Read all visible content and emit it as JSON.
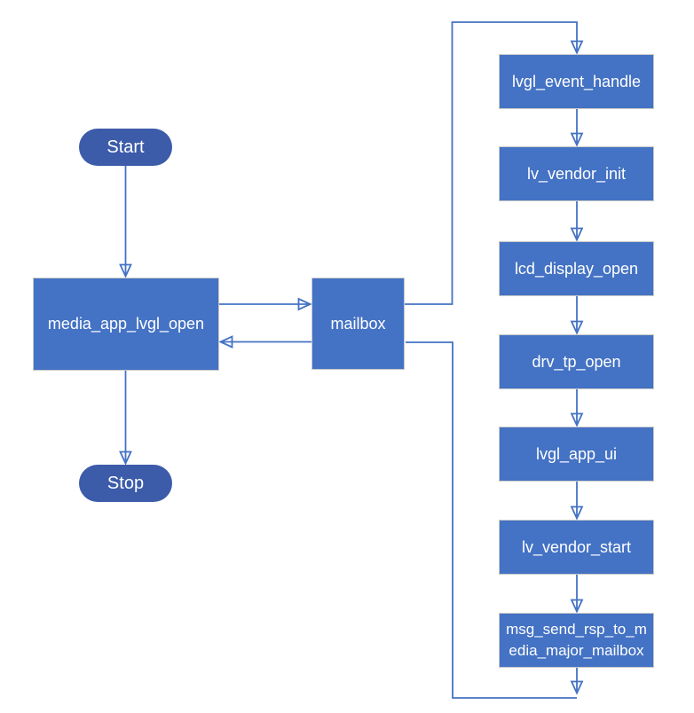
{
  "diagram": {
    "nodes": {
      "start": {
        "label": "Start",
        "type": "terminator"
      },
      "media_app_lvgl_open": {
        "label": "media_app_lvgl_open",
        "type": "process"
      },
      "stop": {
        "label": "Stop",
        "type": "terminator"
      },
      "mailbox": {
        "label": "mailbox",
        "type": "process"
      }
    },
    "steps": [
      "lvgl_event_handle",
      "lv_vendor_init",
      "lcd_display_open",
      "drv_tp_open",
      "lvgl_app_ui",
      "lv_vendor_start",
      "msg_send_rsp_to_media_major_mailbox"
    ],
    "edges": [
      {
        "from": "start",
        "to": "media_app_lvgl_open"
      },
      {
        "from": "media_app_lvgl_open",
        "to": "stop"
      },
      {
        "from": "media_app_lvgl_open",
        "to": "mailbox"
      },
      {
        "from": "mailbox",
        "to": "media_app_lvgl_open"
      },
      {
        "from": "mailbox",
        "to": "lvgl_event_handle"
      },
      {
        "from": "lvgl_event_handle",
        "to": "lv_vendor_init"
      },
      {
        "from": "lv_vendor_init",
        "to": "lcd_display_open"
      },
      {
        "from": "lcd_display_open",
        "to": "drv_tp_open"
      },
      {
        "from": "drv_tp_open",
        "to": "lvgl_app_ui"
      },
      {
        "from": "lvgl_app_ui",
        "to": "lv_vendor_start"
      },
      {
        "from": "lv_vendor_start",
        "to": "msg_send_rsp_to_media_major_mailbox"
      },
      {
        "from": "msg_send_rsp_to_media_major_mailbox",
        "to": "mailbox"
      }
    ],
    "colors": {
      "process_fill": "#4472c4",
      "terminator_fill": "#3c5ba9",
      "process_border": "#c9c9c9",
      "connector": "#4472c4",
      "text": "#ffffff",
      "background": "#ffffff"
    }
  }
}
